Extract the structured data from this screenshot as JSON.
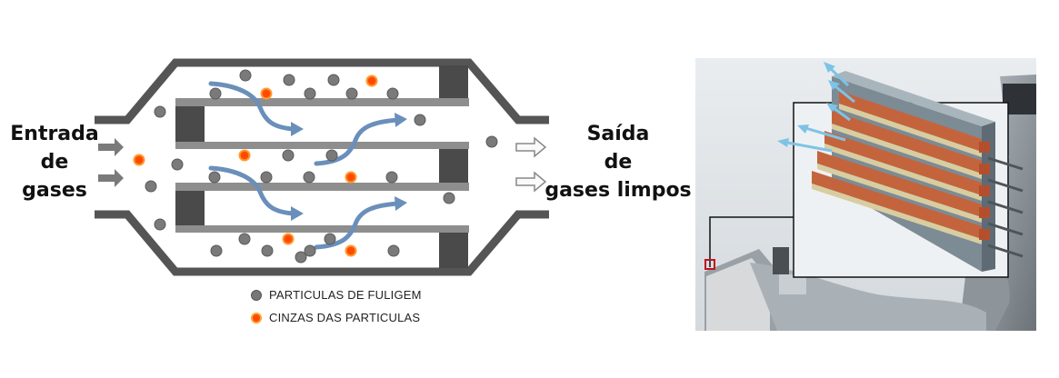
{
  "labels": {
    "inlet": [
      "Entrada",
      "de",
      "gases"
    ],
    "outlet": [
      "Saída",
      "de",
      "gases limpos"
    ]
  },
  "legend": [
    {
      "label": "PARTICULAS DE FULIGEM",
      "color": "#777777"
    },
    {
      "label": "CINZAS DAS PARTICULAS",
      "color": "#ff4a00"
    }
  ],
  "colors": {
    "housing": "#555555",
    "channel": "#8e8e8e",
    "flow_arrow": "#6a8fba",
    "soot": "#7a7a7a",
    "ash": "#ff4a00",
    "photo_arrow": "#7ec3e6",
    "photo_ceramic": "#c4643c",
    "photo_filter": "#d8cda0"
  }
}
